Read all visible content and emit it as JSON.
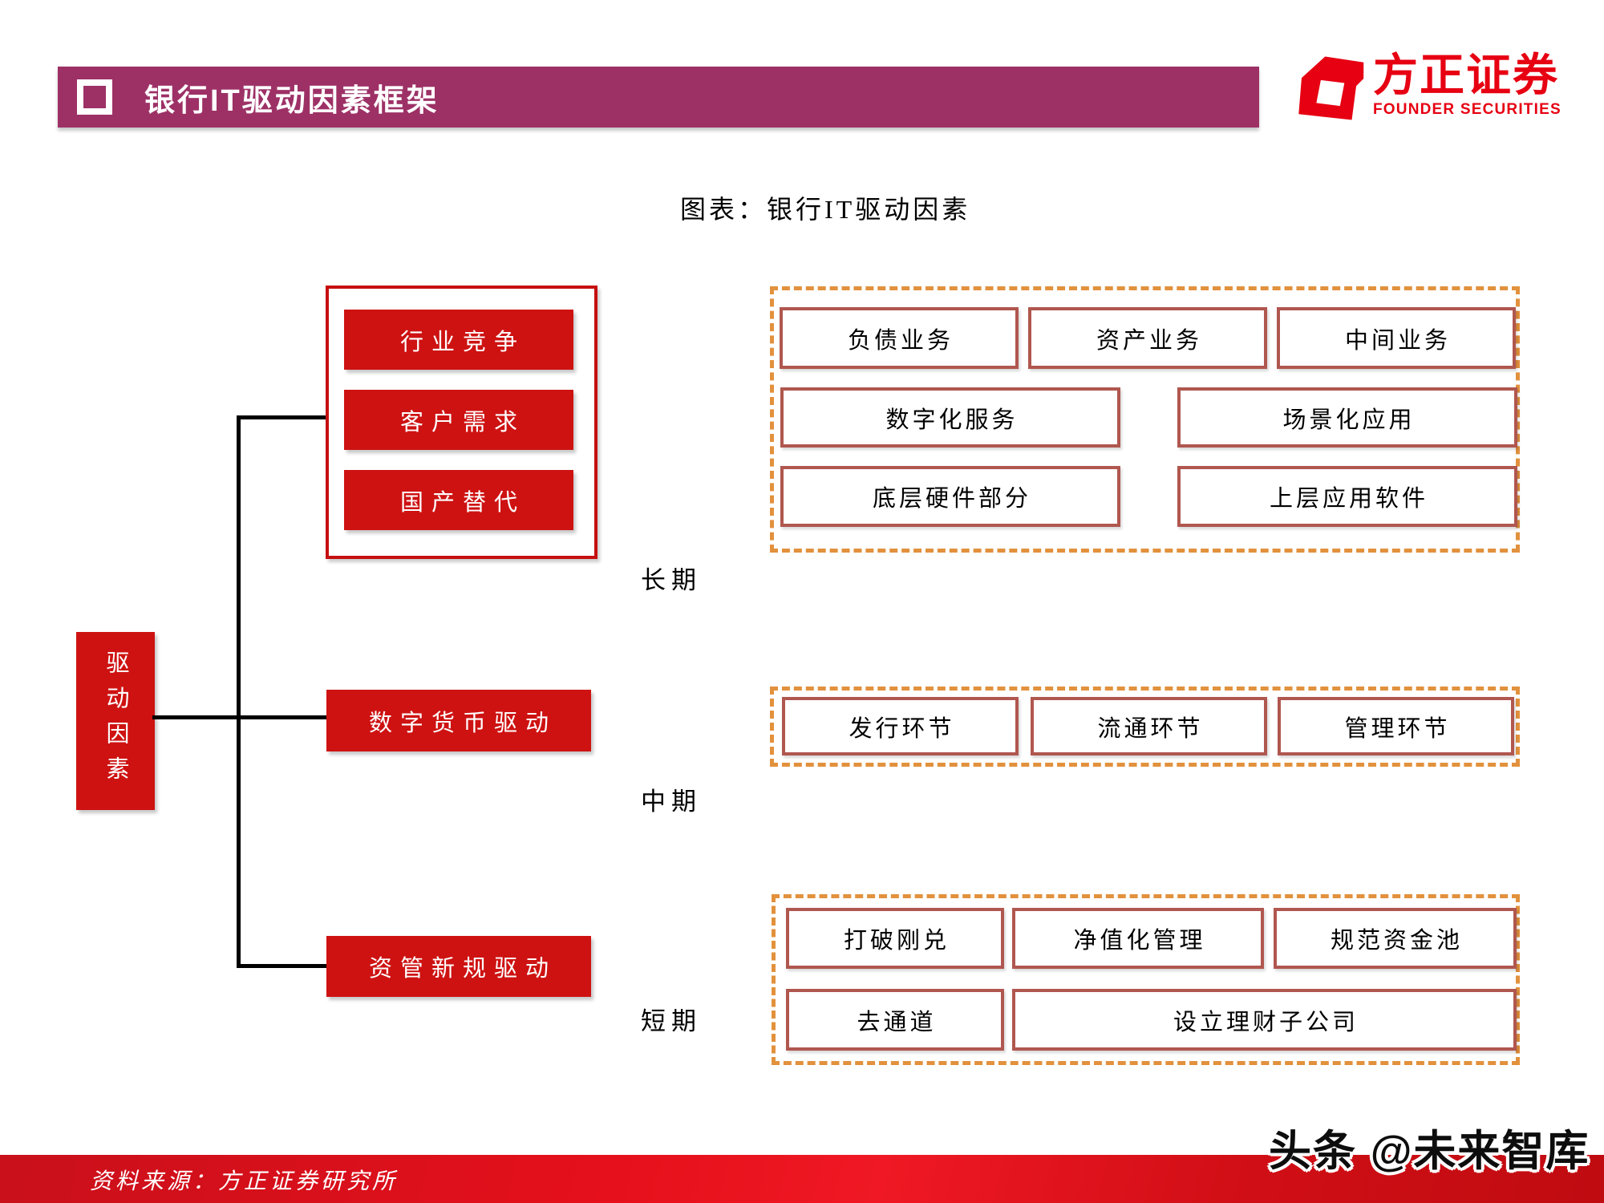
{
  "header": {
    "title": "银行IT驱动因素框架"
  },
  "logo": {
    "name_cn": "方正证券",
    "name_en": "FOUNDER SECURITIES"
  },
  "caption": "图表：银行IT驱动因素",
  "diagram": {
    "root": "驱动因素",
    "period_long": "长期",
    "period_mid": "中期",
    "period_short": "短期",
    "long_drivers": [
      "行业竞争",
      "客户需求",
      "国产替代"
    ],
    "mid_driver": "数字货币驱动",
    "short_driver": "资管新规驱动",
    "long_items_row1": [
      "负债业务",
      "资产业务",
      "中间业务"
    ],
    "long_items_row2": [
      "数字化服务",
      "场景化应用"
    ],
    "long_items_row3": [
      "底层硬件部分",
      "上层应用软件"
    ],
    "mid_items": [
      "发行环节",
      "流通环节",
      "管理环节"
    ],
    "short_items_row1": [
      "打破刚兑",
      "净值化管理",
      "规范资金池"
    ],
    "short_items_row2": [
      "去通道",
      "设立理财子公司"
    ]
  },
  "footer": {
    "source": "资料来源：方正证券研究所",
    "watermark": "头条 @未来智库"
  },
  "colors": {
    "header_bar": "#9D3166",
    "box_red": "#CE1212",
    "group_border": "#C50F0F",
    "item_border": "#B0574F",
    "dashed_border": "#E2913D",
    "logo_red": "#E60012",
    "footer_red": "#E5101B"
  }
}
